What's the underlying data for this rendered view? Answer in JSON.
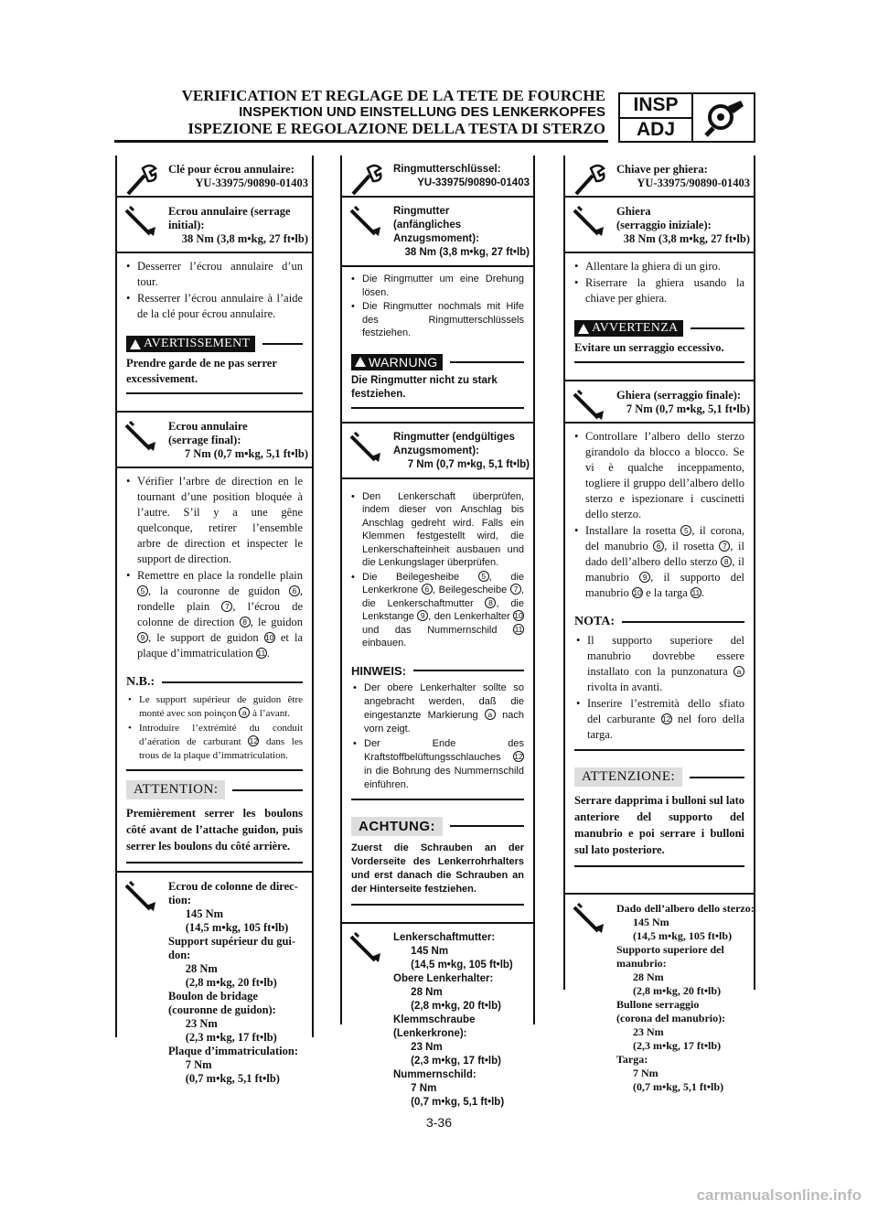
{
  "header": {
    "title_fr": "VERIFICATION ET REGLAGE DE LA TETE DE FOURCHE",
    "title_de": "INSPEKTION UND EINSTELLUNG DES LENKERKOPFES",
    "title_it": "ISPEZIONE E REGOLAZIONE DELLA TESTA DI STERZO",
    "badge_top": "INSP",
    "badge_bottom": "ADJ"
  },
  "fr": {
    "tool_spec": "Clé pour écrou annulaire:",
    "tool_part": "YU-33975/90890-01403",
    "nut_initial_label": "Ecrou annulaire (serrage\ninitial):",
    "nut_initial_value": "38 Nm (3,8 m•kg, 27 ft•lb)",
    "step1": "Desserrer l’écrou annulaire d’un tour.",
    "step2": "Resserrer l’écrou annulaire à l’aide de la clé pour écrou annulaire.",
    "warning_label": "AVERTISSEMENT",
    "warning_text": "Prendre garde de ne pas serrer excessivement.",
    "nut_final_label": "Ecrou annulaire\n(serrage final):",
    "nut_final_value": "7 Nm (0,7 m•kg, 5,1 ft•lb)",
    "check_a": "Vérifier l’arbre de direction en le tournant d’une position bloquée à l’autre. S’il y a une gêne quelconque, retirer l’ensemble arbre de direction et inspecter le support de direction.",
    "install_a": "Remettre en place la rondelle plain ",
    "install_b": ", la couronne de guidon ",
    "install_c": ", rondelle plain ",
    "install_d": ", l’écrou de colonne de direction ",
    "install_e": ", le guidon ",
    "install_f": ", le support de guidon ",
    "install_g": " et la plaque d’immatriculation ",
    "install_h": ".",
    "note_label": "N.B.:",
    "note1_a": "Le support supérieur de guidon être monté avec son poinçon ",
    "note1_b": " à l’avant.",
    "note2_a": "Introduire l’extrémité du conduit d’aération de carburant ",
    "note2_b": " dans les trous de la plaque d’immatriculation.",
    "caution_label": "ATTENTION:",
    "caution_text": "Premièrement serrer les boulons côté avant de l’attache guidon, puis serrer les boulons du côté arrière.",
    "torque_block": "Ecrou de colonne de direc-\ntion:\n      145 Nm\n      (14,5 m•kg, 105 ft•lb)\nSupport supérieur du gui-\ndon:\n      28 Nm\n      (2,8 m•kg, 20 ft•lb)\nBoulon de bridage\n(couronne de guidon):\n      23 Nm\n      (2,3 m•kg, 17 ft•lb)\nPlaque d’immatriculation:\n      7 Nm\n      (0,7 m•kg, 5,1 ft•lb)"
  },
  "de": {
    "tool_spec": "Ringmutterschlüssel:",
    "tool_part": "YU-33975/90890-01403",
    "nut_initial_label": "Ringmutter\n(anfängliches\nAnzugsmoment):",
    "nut_initial_value": "38 Nm (3,8 m•kg, 27 ft•lb)",
    "step1": "Die Ringmutter um eine Drehung lösen.",
    "step2": "Die Ringmutter nochmals mit Hife des Ringmutterschlüssels festziehen.",
    "warning_label": "WARNUNG",
    "warning_text": "Die Ringmutter nicht zu stark festziehen.",
    "nut_final_label": "Ringmutter (endgültiges\nAnzugsmoment):",
    "nut_final_value": "7 Nm (0,7 m•kg, 5,1 ft•lb)",
    "check_a": "Den Lenkerschaft überprüfen, indem dieser von Anschlag bis Anschlag gedreht wird. Falls ein Klemmen festgestellt wird, die Lenkerschafteinheit ausbauen und die Lenkungslager überprüfen.",
    "install_a": "Die Beilegesheibe ",
    "install_b": ", die Lenkerkrone ",
    "install_c": ", Beilegescheibe ",
    "install_d": ", die Lenkerschaftmutter ",
    "install_e": ", die Lenkstange ",
    "install_f": ", den Lenkerhalter ",
    "install_g": " und das Nummernschild ",
    "install_h": " einbauen.",
    "note_label": "HINWEIS:",
    "note1_a": "Der obere Lenkerhalter sollte so angebracht werden, daß die eingestanzte Markierung ",
    "note1_b": " nach vorn zeigt.",
    "note2_a": "Der Ende des Kraftstoffbelüftungsschlauches ",
    "note2_b": " in die Bohrung des Nummernschild einführen.",
    "caution_label": "ACHTUNG:",
    "caution_text": "Zuerst die Schrauben an der Vorderseite des Lenkerrohrhalters und erst danach die Schrauben an der Hinterseite festziehen.",
    "torque_block": "Lenkerschaftmutter:\n      145 Nm\n      (14,5 m•kg, 105 ft•lb)\nObere Lenkerhalter:\n      28 Nm\n      (2,8 m•kg, 20 ft•lb)\nKlemmschraube\n(Lenkerkrone):\n      23 Nm\n      (2,3 m•kg, 17 ft•lb)\nNummernschild:\n      7 Nm\n      (0,7 m•kg, 5,1 ft•lb)"
  },
  "it": {
    "tool_spec": "Chiave per ghiera:",
    "tool_part": "YU-33975/90890-01403",
    "nut_initial_label": "Ghiera\n(serraggio iniziale):",
    "nut_initial_value": "38 Nm (3,8 m•kg, 27 ft•lb)",
    "step1": "Allentare la ghiera di un giro.",
    "step2": "Riserrare la ghiera usando la chiave per ghiera.",
    "warning_label": "AVVERTENZA",
    "warning_text": "Evitare un serraggio eccessivo.",
    "nut_final_label": "Ghiera (serraggio finale):",
    "nut_final_value": "7 Nm (0,7 m•kg, 5,1 ft•lb)",
    "check_a": "Controllare l’albero dello sterzo girandolo da blocco a blocco. Se vi è qualche inceppamento, toglierе il gruppo dell’albero dello sterzo e ispezionare i cuscinetti dello sterzo.",
    "install_a": "Installare la rosetta ",
    "install_b": ", il corona, del manubrio ",
    "install_c": ", il rosetta ",
    "install_d": ", il dado dell’albero dello sterzo ",
    "install_e": ", il manubrio ",
    "install_f": ", il supporto del manubrio ",
    "install_g": " e la targa ",
    "install_h": ".",
    "note_label": "NOTA:",
    "note1_a": "Il supporto superiore del manubrio dovrebbe essere installato con la punzonatura ",
    "note1_b": " rivolta in avanti.",
    "note2_a": "Inserire l’estremità dello sfiato del carburante ",
    "note2_b": " nel foro della targa.",
    "caution_label": "ATTENZIONE:",
    "caution_text": "Serrare dapprima i bulloni sul lato anteriore del supporto del manubrio e poi serrare i bulloni sul lato posteriore.",
    "torque_block": "Dado dell’albero dello sterzo:\n      145 Nm\n      (14,5 m•kg, 105 ft•lb)\nSupporto superiore del\nmanubrio:\n      28 Nm\n      (2,8 m•kg, 20 ft•lb)\nBullone serraggio\n(corona del manubrio):\n      23 Nm\n      (2,3 m•kg, 17 ft•lb)\nTarga:\n      7 Nm\n      (0,7 m•kg, 5,1 ft•lb)"
  },
  "callouts": {
    "c5": "5",
    "c6": "6",
    "c7": "7",
    "c8": "8",
    "c9": "9",
    "c10": "10",
    "c11": "11",
    "c12": "12",
    "ca": "a"
  },
  "footer": {
    "page_number": "3-36",
    "watermark": "carmanualsonline.info"
  }
}
